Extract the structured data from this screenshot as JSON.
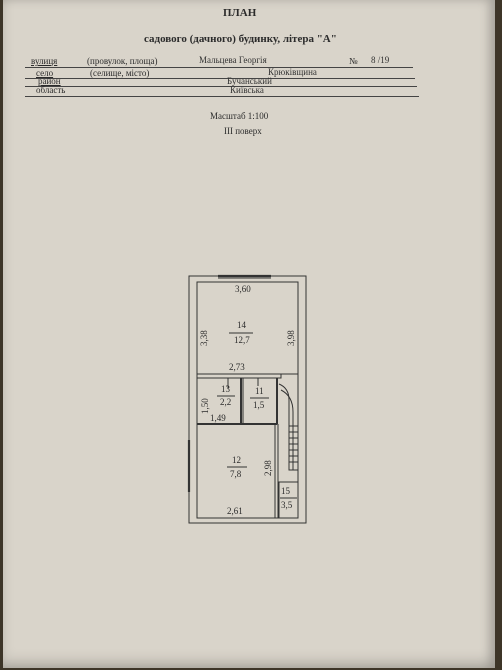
{
  "header": {
    "title": "ПЛАН",
    "subtitle": "садового (дачного) будинку, літера \"А\""
  },
  "address": {
    "street_label": "вулиця",
    "street_types": "(провулок, площа)",
    "street_value": "Мальцева Георгія",
    "number_label": "№",
    "number_value": "8 /19",
    "village_label": "село",
    "village_types": "(селище, місто)",
    "village_value": "Крюківщина",
    "district_label": "район",
    "district_value": "Бучанський",
    "region_label": "область",
    "region_value": "Київська"
  },
  "scale_text": "Масштаб 1:100",
  "floor_text": "ІІІ поверх",
  "plan": {
    "rooms": [
      {
        "id": "14",
        "area": "12,7"
      },
      {
        "id": "13",
        "area": "2,2"
      },
      {
        "id": "11",
        "area": "1,5"
      },
      {
        "id": "12",
        "area": "7,8"
      },
      {
        "id": "15",
        "area": "3,5"
      }
    ],
    "dimensions": {
      "top_width": "3,60",
      "room14_left": "3,38",
      "room14_right": "3,98",
      "mid_width": "2,73",
      "room13_height": "1,50",
      "room13_width": "1,49",
      "room12_right": "2,98",
      "bottom_width": "2,61"
    }
  }
}
